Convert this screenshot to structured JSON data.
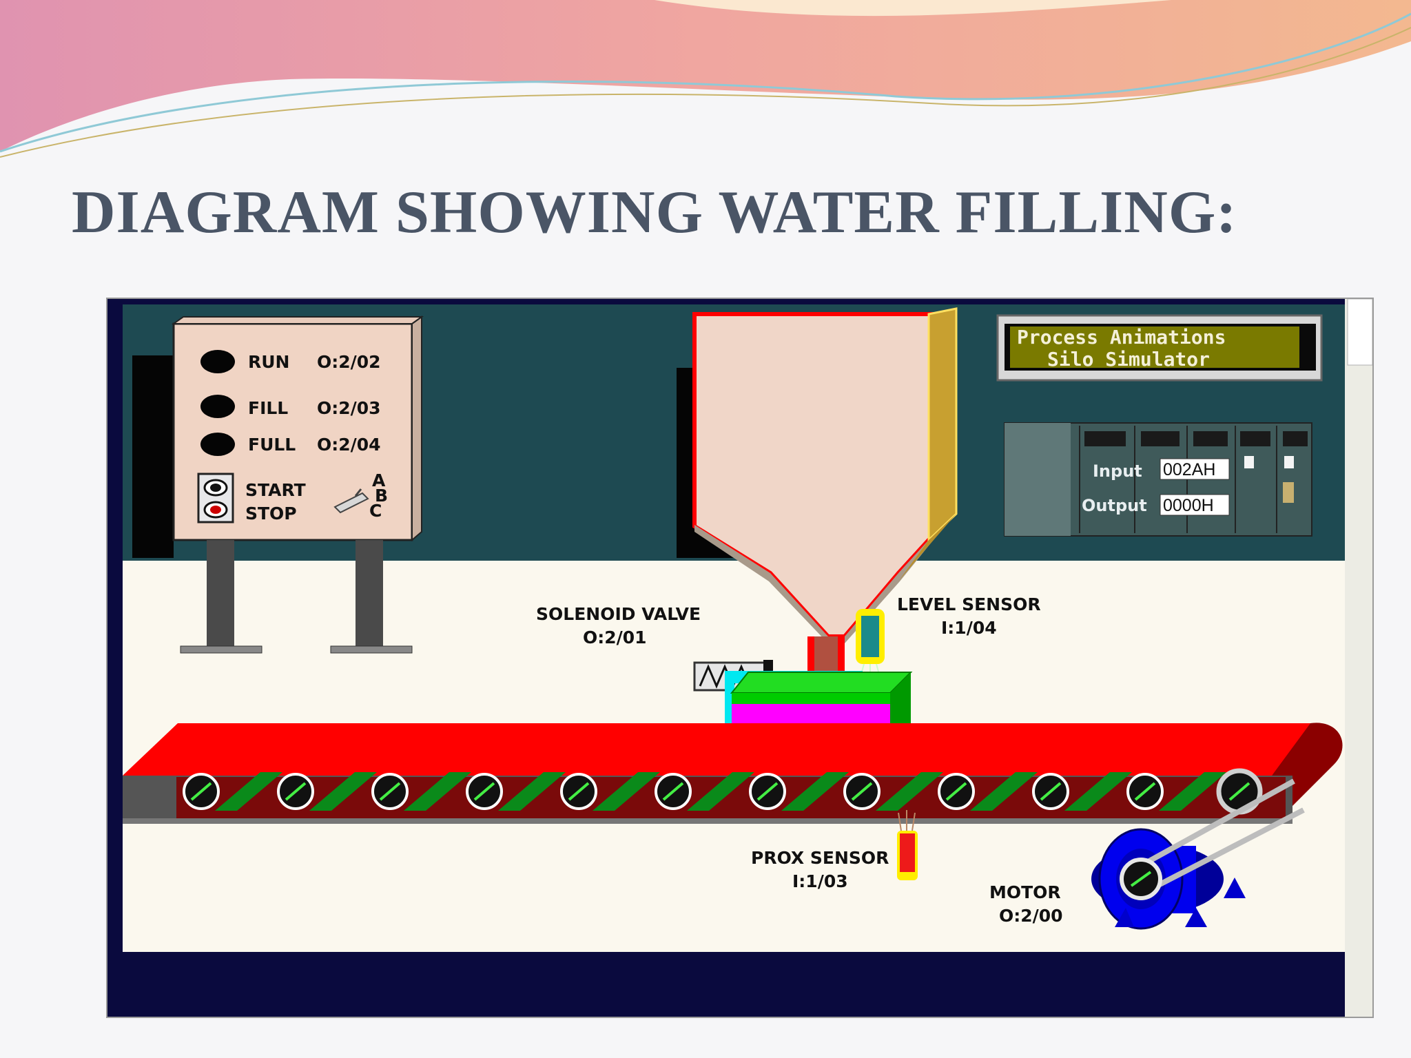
{
  "slide": {
    "title": "DIAGRAM SHOWING WATER FILLING:"
  },
  "control_panel": {
    "lights": [
      {
        "label": "RUN",
        "address": "O:2/02"
      },
      {
        "label": "FILL",
        "address": "O:2/03"
      },
      {
        "label": "FULL",
        "address": "O:2/04"
      }
    ],
    "buttons": {
      "start_label": "START",
      "stop_label": "STOP"
    },
    "selector": {
      "positions": [
        "A",
        "B",
        "C"
      ]
    }
  },
  "simulator_banner": {
    "line1": "Process Animations",
    "line2": "Silo Simulator"
  },
  "plc": {
    "input_label": "Input",
    "input_value": "002AH",
    "output_label": "Output",
    "output_value": "0000H"
  },
  "components": {
    "solenoid_valve": {
      "label": "SOLENOID VALVE",
      "address": "O:2/01"
    },
    "level_sensor": {
      "label": "LEVEL SENSOR",
      "address": "I:1/04"
    },
    "prox_sensor": {
      "label": "PROX SENSOR",
      "address": "I:1/03"
    },
    "motor": {
      "label": "MOTOR",
      "address": "O:2/00"
    }
  },
  "colors": {
    "title": "#4a5566",
    "upper_background": "#1e4a52",
    "floor": "#fbf8ee",
    "conveyor_top": "#ff0000",
    "conveyor_side": "#8b0000",
    "box_fill": "#ff00ff",
    "box_top": "#00cc00",
    "silo_body": "#f0d6c8",
    "motor": "#0000ee",
    "banner_bg": "#7a7a00"
  }
}
